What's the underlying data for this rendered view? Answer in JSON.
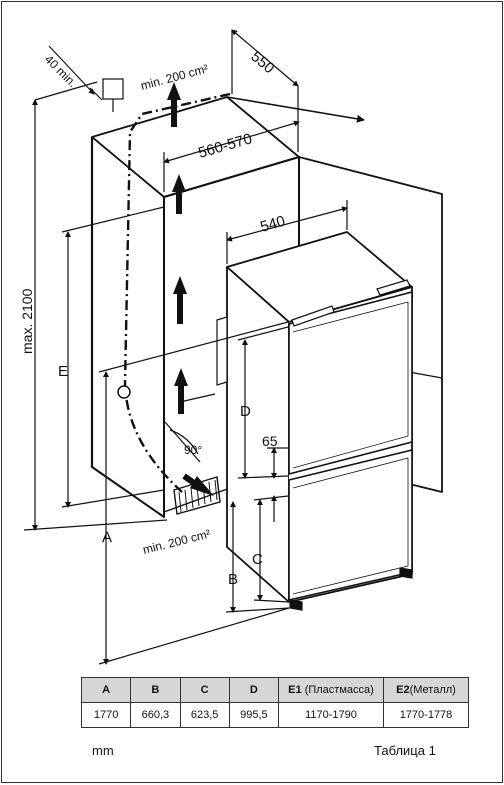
{
  "labels": {
    "gap_top": "40 min.",
    "vent_top": "min. 200 cm²",
    "depth_550": "550",
    "width_560_570": "560-570",
    "depth_540": "540",
    "max_height": "max. 2100",
    "dim_E": "E",
    "dim_D": "D",
    "dim_65": "65",
    "angle": "90°",
    "dim_A": "A",
    "vent_bottom": "min. 200 cm²",
    "dim_C": "C",
    "dim_B": "B"
  },
  "table": {
    "headers": [
      {
        "main": "A",
        "note": ""
      },
      {
        "main": "B",
        "note": ""
      },
      {
        "main": "C",
        "note": ""
      },
      {
        "main": "D",
        "note": ""
      },
      {
        "main": "E1",
        "note": " (Пластмасса)"
      },
      {
        "main": "E2",
        "note": "(Металл)"
      }
    ],
    "row": [
      "1770",
      "660,3",
      "623,5",
      "995,5",
      "1170-1790",
      "1770-1778"
    ]
  },
  "footer": {
    "unit": "mm",
    "caption": "Таблица 1"
  }
}
